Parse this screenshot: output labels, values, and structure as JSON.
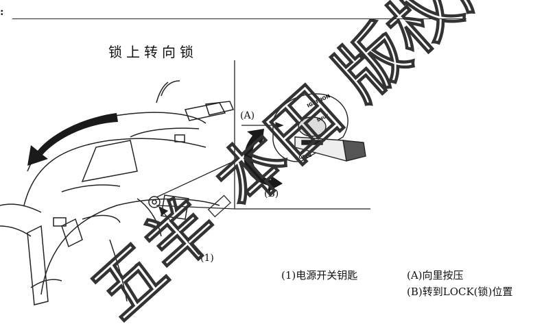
{
  "header": {
    "colon": ":"
  },
  "title": "锁上转向锁",
  "callouts": {
    "a": "(A)",
    "b": "(B)",
    "one": "(1)"
  },
  "legend": {
    "item1": "(1)电源开关钥匙",
    "item_a": "(A)向里按压",
    "item_b": "(B)转到LOCK(锁)位置"
  },
  "switch_labels": {
    "ignition": "IGNITION",
    "shut": "SHUT",
    "open": "OPEN"
  },
  "watermark": "五羊-本田 版权所有",
  "colors": {
    "ink": "#111111",
    "arrow": "#1a1a1a",
    "watermark_stroke": "#333333"
  }
}
